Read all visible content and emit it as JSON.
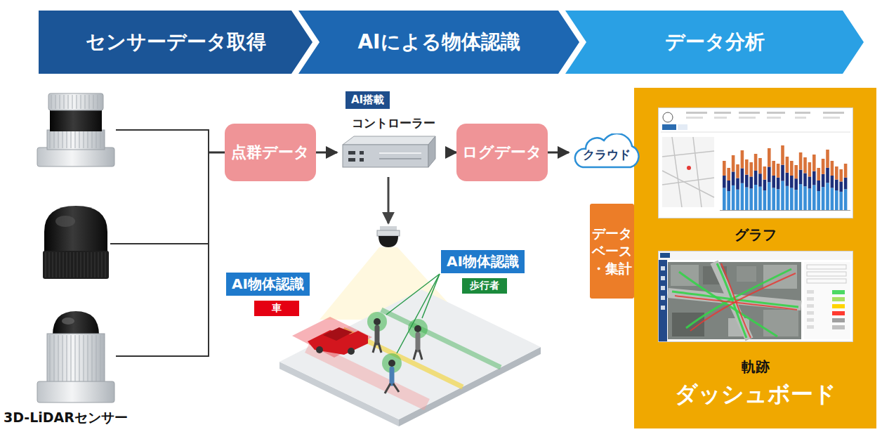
{
  "diagram": {
    "nodes": [
      {
        "text": [
          "センサーデータ取得"
        ]
      },
      {
        "text": [
          "AIによる物体認識"
        ]
      },
      {
        "text": [
          "データ分析"
        ]
      },
      {
        "text": [
          "3D-LiDARセンサー"
        ]
      },
      {
        "text": [
          "点群データ"
        ]
      },
      {
        "text": [
          "AI搭載",
          "コントローラー"
        ]
      },
      {
        "text": [
          "ログデータ"
        ]
      },
      {
        "text": [
          "AI物体認識",
          "車"
        ]
      },
      {
        "text": [
          "AI物体認識",
          "歩行者"
        ]
      },
      {
        "text": [
          "クラウド"
        ]
      },
      {
        "text": [
          "データベース・集計"
        ]
      },
      {
        "text": [
          "ダッシュボード"
        ]
      },
      {
        "text": [
          "グラフ"
        ],
        "in": 11
      },
      {
        "text": [
          "軌跡"
        ],
        "in": 11
      }
    ],
    "edges": [
      {
        "from": 3,
        "to": 4,
        "arrow": "none"
      },
      {
        "from": 4,
        "to": 5,
        "arrow": "to"
      },
      {
        "from": 5,
        "to": 6,
        "arrow": "to"
      },
      {
        "from": 6,
        "to": 9,
        "arrow": "to"
      }
    ]
  }
}
